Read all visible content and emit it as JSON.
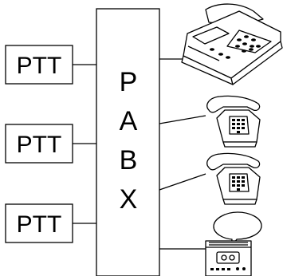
{
  "ptt_boxes": [
    {
      "label": "PTT"
    },
    {
      "label": "PTT"
    },
    {
      "label": "PTT"
    }
  ],
  "pabx": {
    "letters": [
      "P",
      "A",
      "B",
      "X"
    ]
  },
  "devices": [
    {
      "icon": "fax-machine-icon"
    },
    {
      "icon": "telephone-icon"
    },
    {
      "icon": "telephone-icon"
    },
    {
      "icon": "answering-machine-icon"
    }
  ],
  "colors": {
    "stroke": "#000000",
    "background": "#ffffff"
  }
}
